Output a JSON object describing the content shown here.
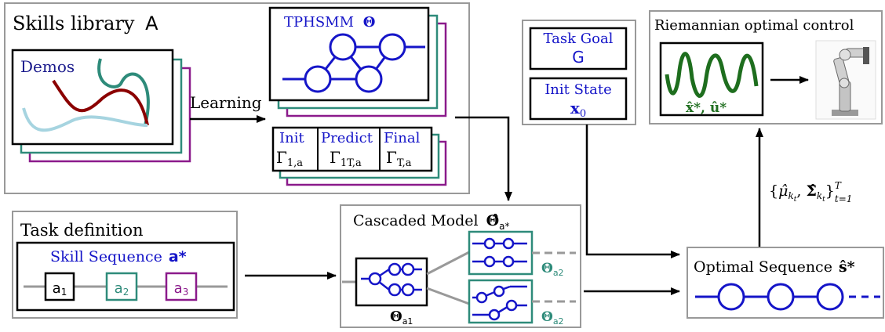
{
  "skills_library": {
    "title": "Skills library",
    "symbol": "A",
    "demos_label": "Demos",
    "learning_label": "Learning",
    "model": {
      "title": "TPHSMM",
      "symbol": "Θ"
    },
    "columns": [
      {
        "label": "Init",
        "symbol": "Γ",
        "sub": "1,a"
      },
      {
        "label": "Predict",
        "symbol": "Γ",
        "sub": "1T,a"
      },
      {
        "label": "Final",
        "symbol": "Γ",
        "sub": "T,a"
      }
    ]
  },
  "task_goal": {
    "title": "Task Goal",
    "value": "G"
  },
  "init_state": {
    "title": "Init State",
    "value": "x",
    "sub": "0"
  },
  "riemannian": {
    "title": "Riemannian optimal control",
    "traj_label": "x̂*, û*"
  },
  "feedback_label": {
    "open": "{",
    "mu": "μ̂",
    "mu_sub": "k",
    "mu_subsub": "t",
    "sep": ", ",
    "sigma": "Σ̂",
    "sigma_sub": "k",
    "sigma_subsub": "t",
    "close": "}",
    "sup": "T",
    "from": "t=1"
  },
  "task_definition": {
    "title": "Task definition",
    "sequence_title": "Skill Sequence",
    "sequence_symbol": "a*",
    "skills": [
      {
        "label": "a",
        "sub": "1",
        "color": "#000000"
      },
      {
        "label": "a",
        "sub": "2",
        "color": "#2e8b7a"
      },
      {
        "label": "a",
        "sub": "3",
        "color": "#8b1a8b"
      }
    ]
  },
  "cascaded": {
    "title": "Cascaded Model",
    "symbol": "Θ̂",
    "symbol_sub": "a*",
    "sub_a1": {
      "symbol": "Θ",
      "sub": "a1"
    },
    "sub_a2_top": {
      "symbol": "Θ",
      "sub": "a2"
    },
    "sub_a2_bottom": {
      "symbol": "Θ",
      "sub": "a2"
    }
  },
  "optimal_sequence": {
    "title": "Optimal Sequence",
    "symbol": "ŝ*"
  },
  "colors": {
    "blue": "#1515c8",
    "teal": "#2e8b7a",
    "purple": "#8b1a8b",
    "darkred": "#8b0000",
    "green": "#1e6e1e",
    "lightblue": "#a6d4e0",
    "navy": "#1a1a8c"
  }
}
